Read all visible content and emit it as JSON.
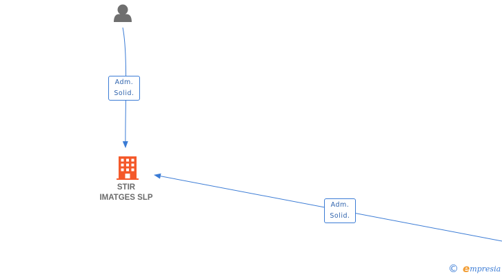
{
  "graph": {
    "person_node": {
      "icon": "person-icon",
      "color": "#6f6f6f"
    },
    "company_node": {
      "icon": "building-icon",
      "color": "#f4592a",
      "name_line1": "STIR",
      "name_line2": "IMATGES SLP"
    },
    "edges": [
      {
        "from": "person",
        "to": "company",
        "label_line1": "Adm.",
        "label_line2": "Solid."
      },
      {
        "from": "offscreen-right",
        "to": "company",
        "label_line1": "Adm.",
        "label_line2": "Solid."
      }
    ],
    "edge_color": "#3a7bd5"
  },
  "watermark": {
    "copyright_symbol": "©",
    "brand_initial": "e",
    "brand_rest": "mpresia"
  }
}
